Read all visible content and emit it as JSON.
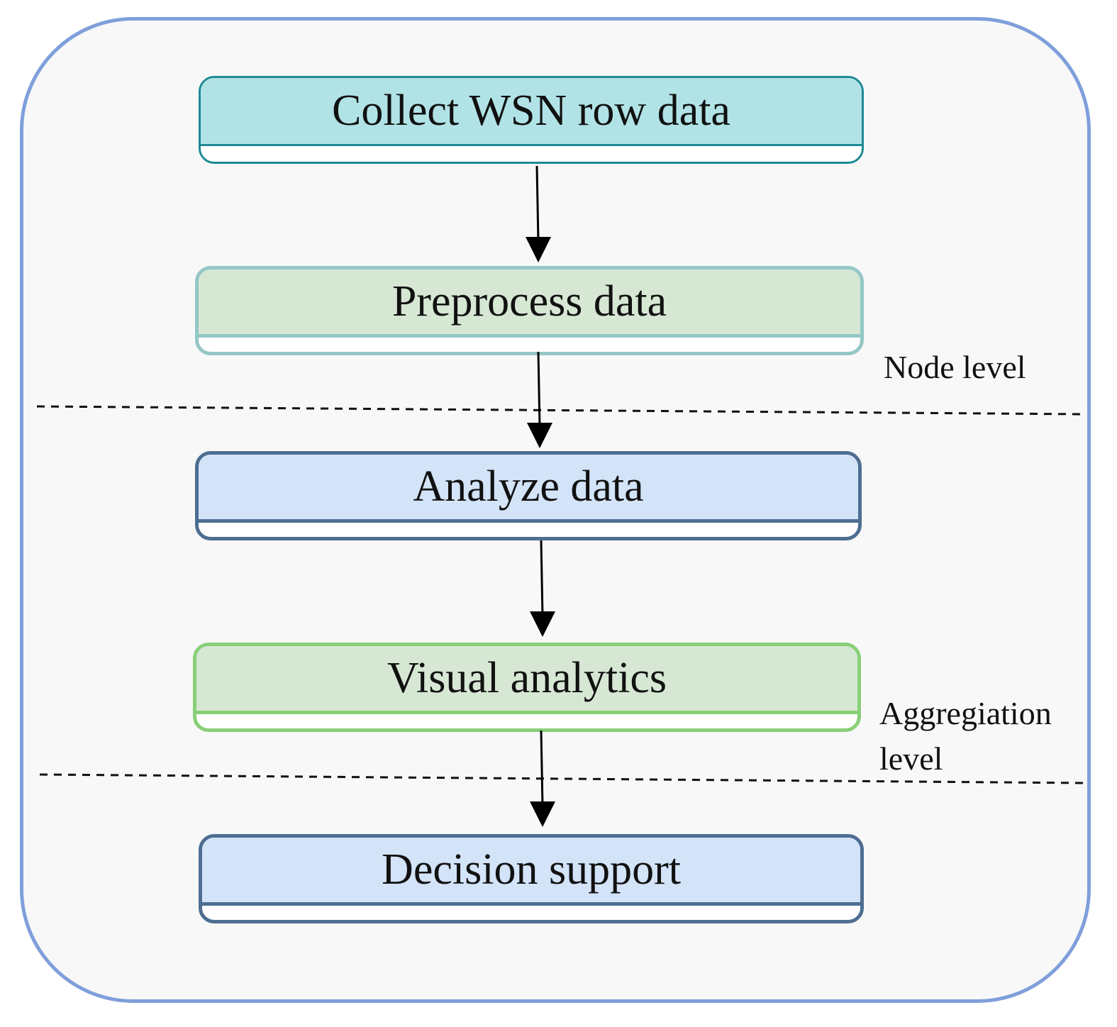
{
  "steps": [
    {
      "label": "Collect WSN row data"
    },
    {
      "label": "Preprocess data"
    },
    {
      "label": "Analyze data"
    },
    {
      "label": "Visual analytics"
    },
    {
      "label": "Decision support"
    }
  ],
  "levels": {
    "node": "Node level",
    "aggregation_line1": "Aggregiation",
    "aggregation_line2": "level"
  },
  "colors": {
    "frame_border": "#7f9fdb",
    "frame_fill": "#f8f8f8",
    "collect_fill": "#b1e3e6",
    "collect_border": "#1e8a94",
    "preprocess_fill": "#d6e7d4",
    "preprocess_border": "#94c7c6",
    "analyze_fill": "#d3e3f8",
    "analyze_border": "#4d6e91",
    "visual_fill": "#d6e7d4",
    "visual_border": "#88cf78",
    "decision_fill": "#d3e3f8",
    "decision_border": "#4d6e91"
  }
}
